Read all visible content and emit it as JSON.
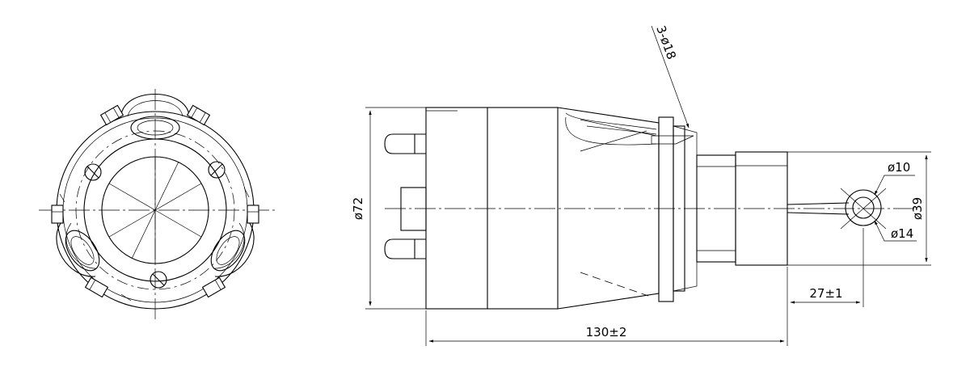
{
  "dimensions": {
    "body_diameter": "ø72",
    "overall_length": "130±2",
    "flange_diameter": "ø39",
    "ring_length": "27±1",
    "ring_inner_diameter": "ø10",
    "ring_outer_diameter": "ø14",
    "hole_callout": "3-ø18"
  }
}
